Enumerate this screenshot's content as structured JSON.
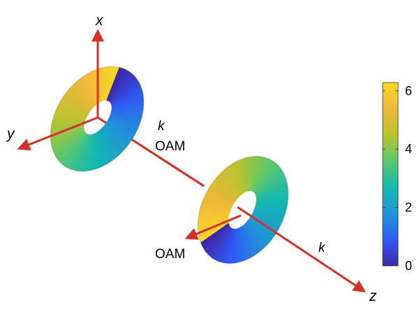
{
  "axes": {
    "x": "x",
    "y": "y",
    "z": "z"
  },
  "annotations": {
    "k_upper": "k",
    "oam_upper": "OAM",
    "oam_lower": "OAM",
    "k_lower": "k"
  },
  "colorbar": {
    "min": 0,
    "max": 6.2832,
    "ticks": [
      "0",
      "2",
      "4",
      "6"
    ],
    "tick_values": [
      0,
      2,
      4,
      6
    ],
    "colormap": [
      "#3e26a8",
      "#2f5bf5",
      "#1f96d6",
      "#14b8b0",
      "#5bc86d",
      "#b8c32f",
      "#f0b83b",
      "#f9d826"
    ]
  },
  "colors": {
    "arrow": "#d73027"
  }
}
